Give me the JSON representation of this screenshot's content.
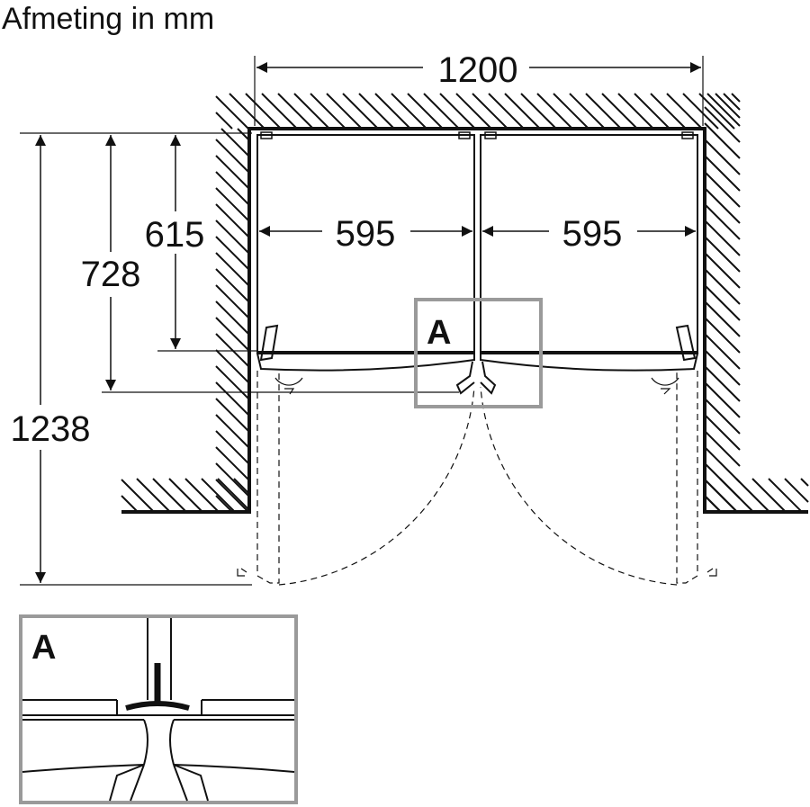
{
  "title": "Afmeting in mm",
  "dimensions": {
    "total_width": "1200",
    "left_unit_width": "595",
    "right_unit_width": "595",
    "depth_body": "615",
    "depth_with_doors": "728",
    "depth_doors_open": "1238"
  },
  "callouts": {
    "main_label": "A",
    "detail_label": "A"
  },
  "colors": {
    "line": "#111111",
    "callout_frame": "#9a9a9a",
    "background": "#ffffff"
  }
}
